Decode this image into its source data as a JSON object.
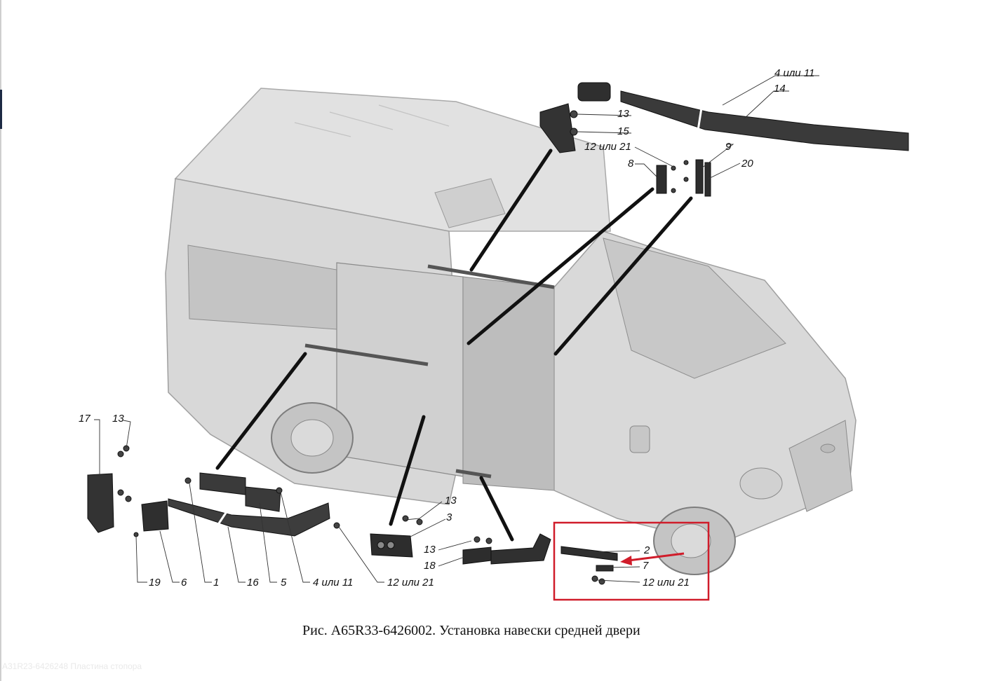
{
  "caption": "Рис. А65R33-6426002. Установка навески средней двери",
  "watermark": "A31R23-6426248 Пластина стопора",
  "labels": {
    "l4or11_top": "4 или 11",
    "l14": "14",
    "l13_top": "13",
    "l15": "15",
    "l12or21_top": "12 или 21",
    "l9": "9",
    "l8": "8",
    "l20": "20",
    "l17": "17",
    "l13_left": "13",
    "l13_mid": "13",
    "l3": "3",
    "l13_low": "13",
    "l18": "18",
    "l2": "2",
    "l7": "7",
    "l12or21_box": "12 или 21",
    "l19": "19",
    "l6": "6",
    "l1": "1",
    "l16": "16",
    "l5": "5",
    "l4or11_bottom": "4 или 11",
    "l12or21_bottom": "12 или 21"
  },
  "colors": {
    "highlight": "#d01c2a",
    "body": "#d6d6d6",
    "parts": "#2a2a2a"
  }
}
